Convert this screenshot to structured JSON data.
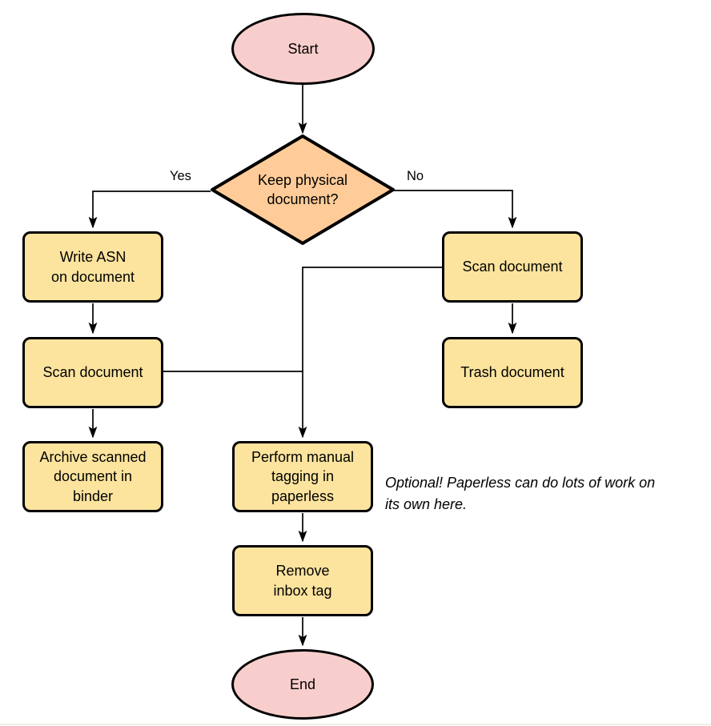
{
  "diagram": {
    "type": "flowchart",
    "colors": {
      "terminal_fill": "#f8cecc",
      "decision_fill": "#ffcc99",
      "process_fill": "#fce49e",
      "stroke": "#000000"
    },
    "nodes": {
      "start": {
        "shape": "terminal",
        "label": "Start"
      },
      "decision": {
        "shape": "diamond",
        "label": "Keep physical\ndocument?"
      },
      "write_asn": {
        "shape": "process",
        "label": "Write ASN\non document"
      },
      "scan_left": {
        "shape": "process",
        "label": "Scan document"
      },
      "archive": {
        "shape": "process",
        "label": "Archive scanned\ndocument in\nbinder"
      },
      "scan_right": {
        "shape": "process",
        "label": "Scan document"
      },
      "trash": {
        "shape": "process",
        "label": "Trash document"
      },
      "perform": {
        "shape": "process",
        "label": "Perform manual\ntagging in\npaperless"
      },
      "remove": {
        "shape": "process",
        "label": "Remove\ninbox tag"
      },
      "end": {
        "shape": "terminal",
        "label": "End"
      }
    },
    "edge_labels": {
      "yes": "Yes",
      "no": "No"
    },
    "edges": [
      {
        "from": "Start",
        "to": "Keep physical document?",
        "label": ""
      },
      {
        "from": "Keep physical document?",
        "to": "Write ASN on document",
        "label": "Yes"
      },
      {
        "from": "Keep physical document?",
        "to": "Scan document (right)",
        "label": "No"
      },
      {
        "from": "Write ASN on document",
        "to": "Scan document (left)",
        "label": ""
      },
      {
        "from": "Scan document (left)",
        "to": "Archive scanned document in binder",
        "label": ""
      },
      {
        "from": "Scan document (left)",
        "to": "Perform manual tagging in paperless",
        "label": ""
      },
      {
        "from": "Scan document (right)",
        "to": "Trash document",
        "label": ""
      },
      {
        "from": "Scan document (right)",
        "to": "Perform manual tagging in paperless",
        "label": ""
      },
      {
        "from": "Perform manual tagging in paperless",
        "to": "Remove inbox tag",
        "label": ""
      },
      {
        "from": "Remove inbox tag",
        "to": "End",
        "label": ""
      }
    ],
    "annotation": "Optional! Paperless can do lots of work on\nits own here."
  }
}
